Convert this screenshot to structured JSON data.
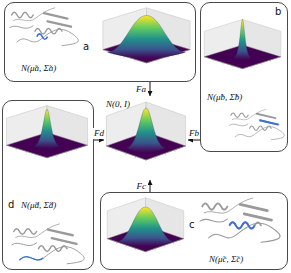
{
  "diagram": {
    "nodes": [
      {
        "text": [
          "a",
          "N(μ̃a, Σ̃a)"
        ]
      },
      {
        "text": [
          "b",
          "N(μ̃b, Σ̃b)"
        ]
      },
      {
        "text": [
          "N(0, I)"
        ]
      },
      {
        "text": [
          "d",
          "N(μ̃d, Σ̃d)"
        ]
      },
      {
        "text": [
          "c",
          "N(μ̃c, Σ̃c)"
        ]
      }
    ],
    "edges": [
      {
        "from": 0,
        "to": 2,
        "arrow": "to",
        "label": "Fa"
      },
      {
        "from": 1,
        "to": 2,
        "arrow": "to",
        "label": "Fb"
      },
      {
        "from": 4,
        "to": 2,
        "arrow": "to",
        "label": "Fc"
      },
      {
        "from": 3,
        "to": 2,
        "arrow": "to",
        "label": "Fd"
      }
    ]
  }
}
